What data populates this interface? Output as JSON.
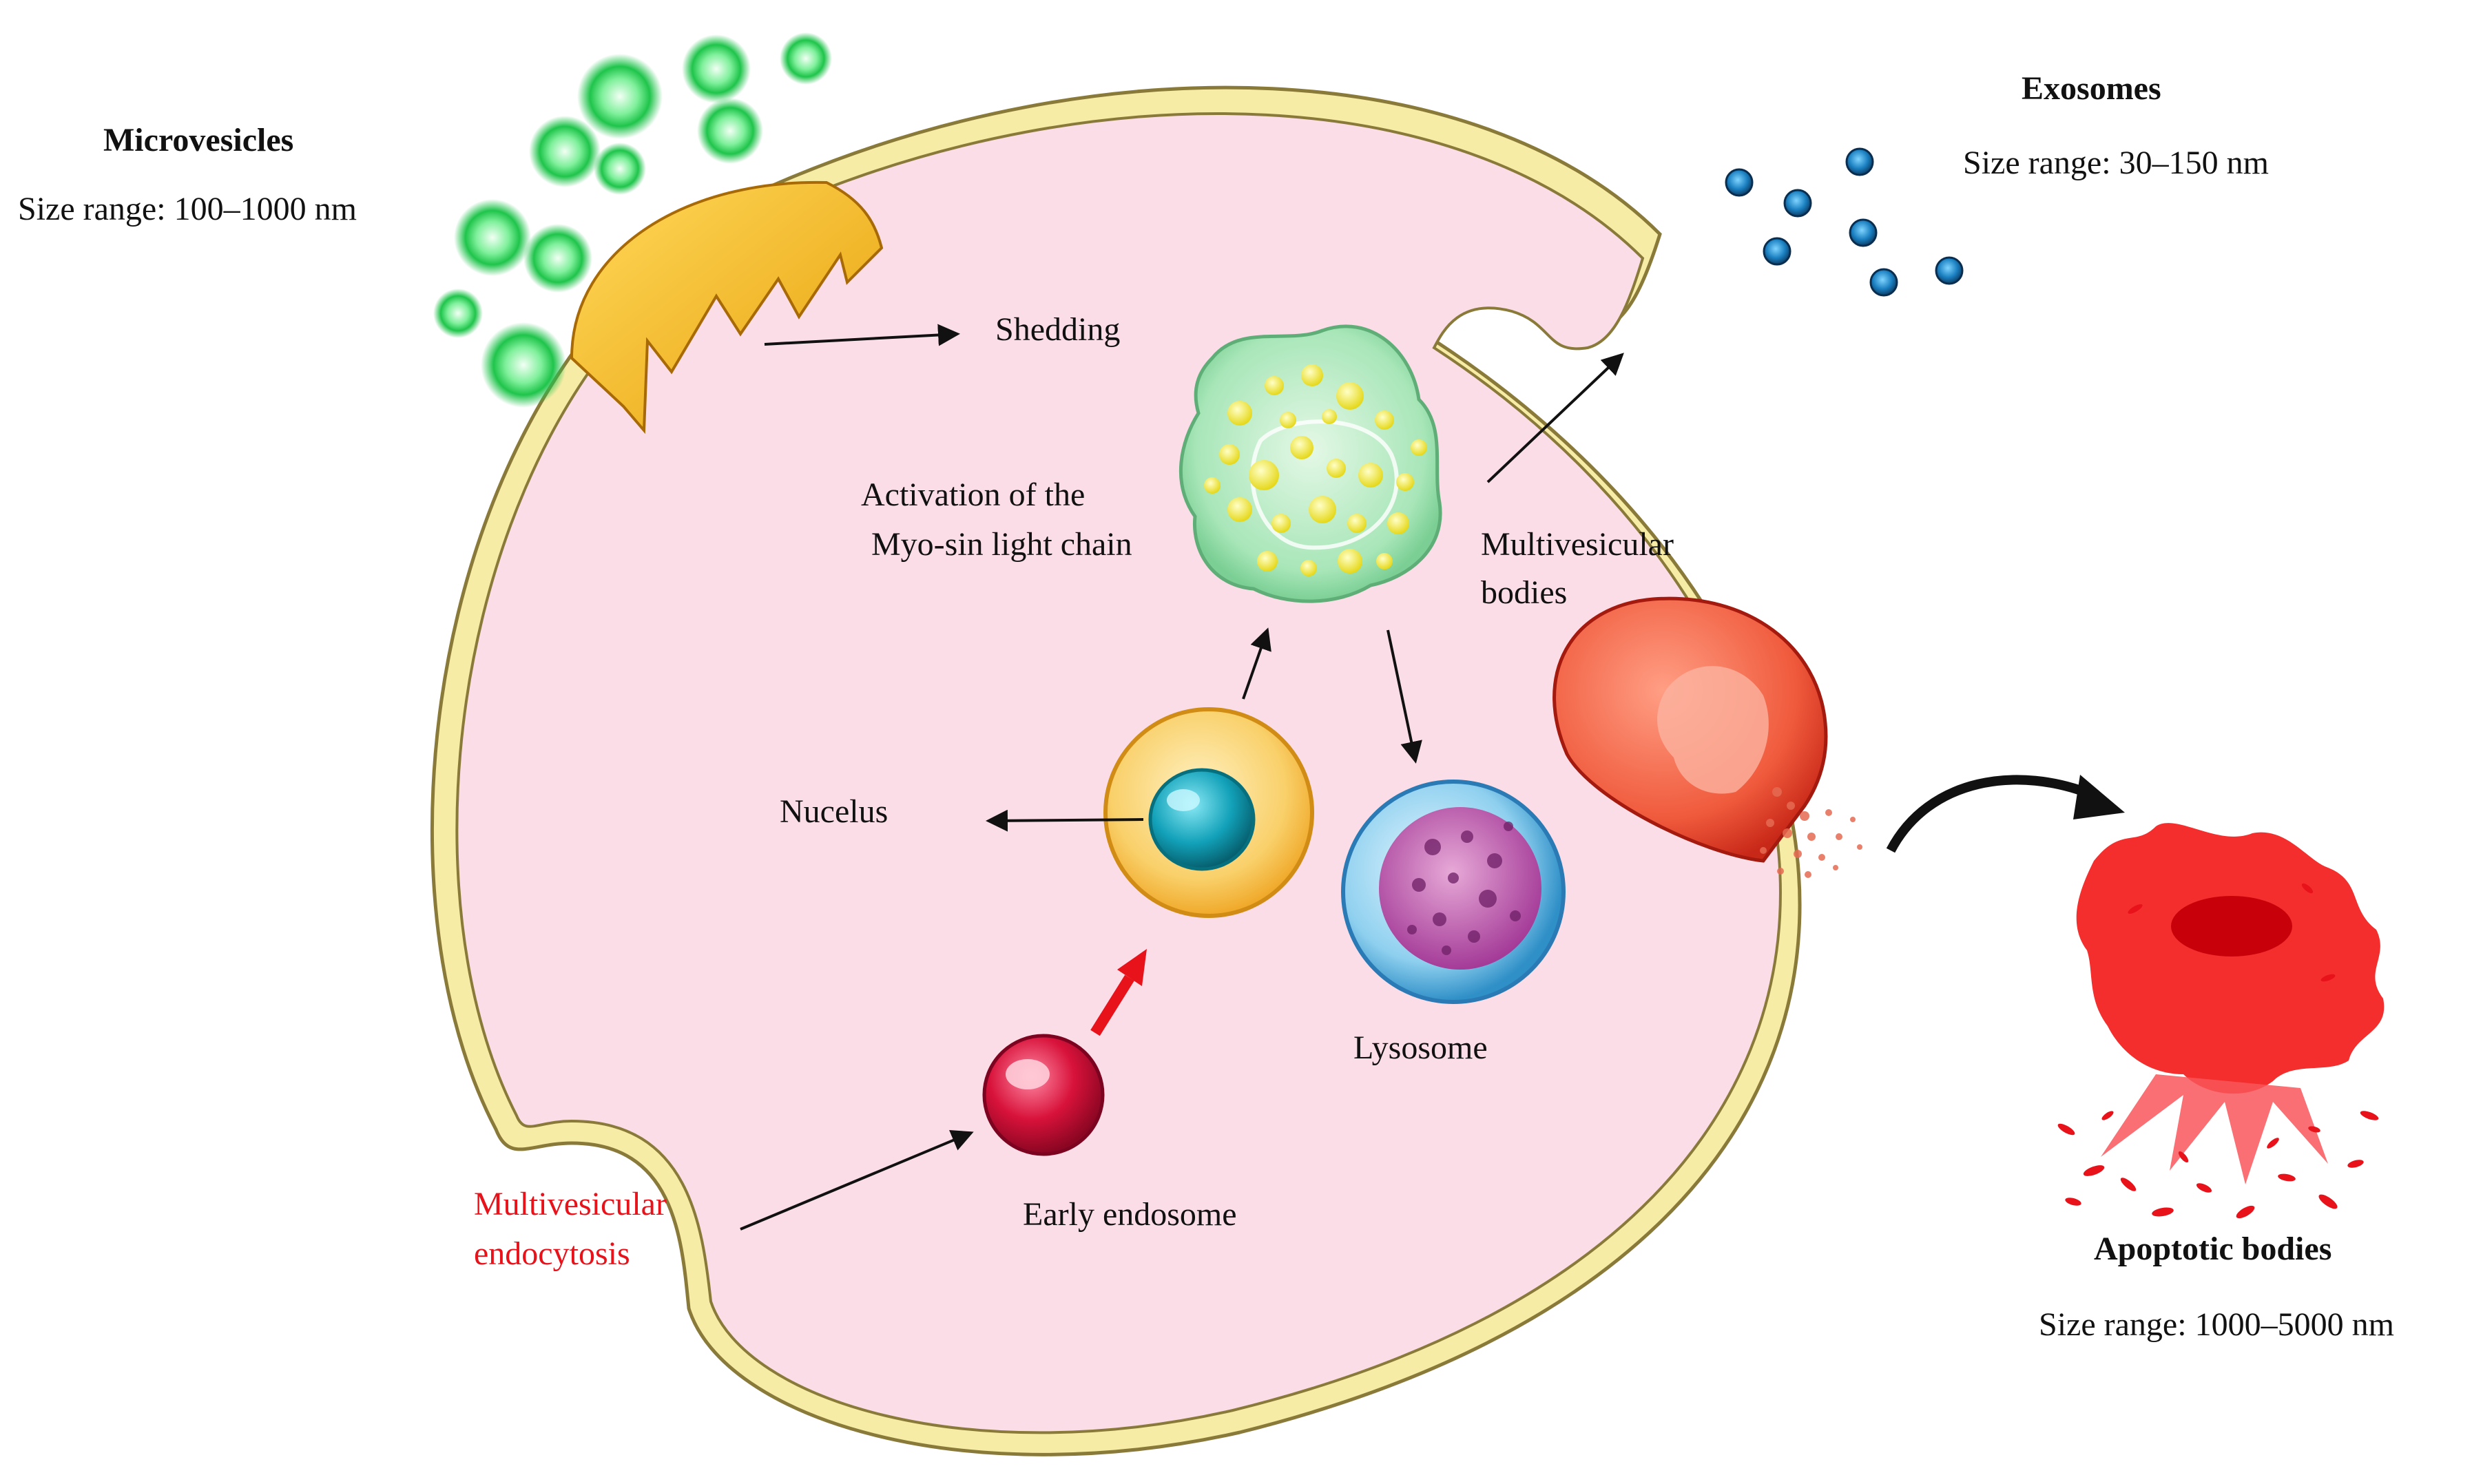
{
  "labels": {
    "microvesicles_title": "Microvesicles",
    "microvesicles_size": "Size  range:  100–1000 nm",
    "exosomes_title": "Exosomes",
    "exosomes_size": "Size  range:  30–150 nm",
    "apoptotic_title": "Apoptotic bodies",
    "apoptotic_size": "Size  range:  1000–5000 nm",
    "shedding": "Shedding",
    "activation_line1": "Activation   of the",
    "activation_line2": "Myo-sin  light   chain",
    "mvb_line1": "Multivesicular",
    "mvb_line2": "bodies",
    "nucleus": "Nucelus",
    "lysosome": "Lysosome",
    "early_endosome": "Early  endosome",
    "endocytosis_line1": "Multivesicular",
    "endocytosis_line2": "endocytosis"
  },
  "colors": {
    "cytoplasm": "#fbdde8",
    "membrane": "#f6eca6",
    "membrane_outline": "#8a7a3a",
    "microvesicle_green": "#2ed158",
    "shedding_cap": "#f7b918",
    "exosome_blue": "#1a7fc0",
    "mvb_green": "#a8e6b8",
    "mvb_yellow": "#f3ee3a",
    "nucleus_cell": "#f7c74a",
    "nucleus_core": "#12a1b9",
    "lysosome_outer": "#8fd0ef",
    "lysosome_inner": "#a43b98",
    "endosome_red": "#d8123a",
    "apoptosis_orange": "#f05a3c",
    "apoptotic_red": "#f42d2d",
    "endocytosis_text": "#e8121a",
    "arrow_red": "#e8121a"
  }
}
